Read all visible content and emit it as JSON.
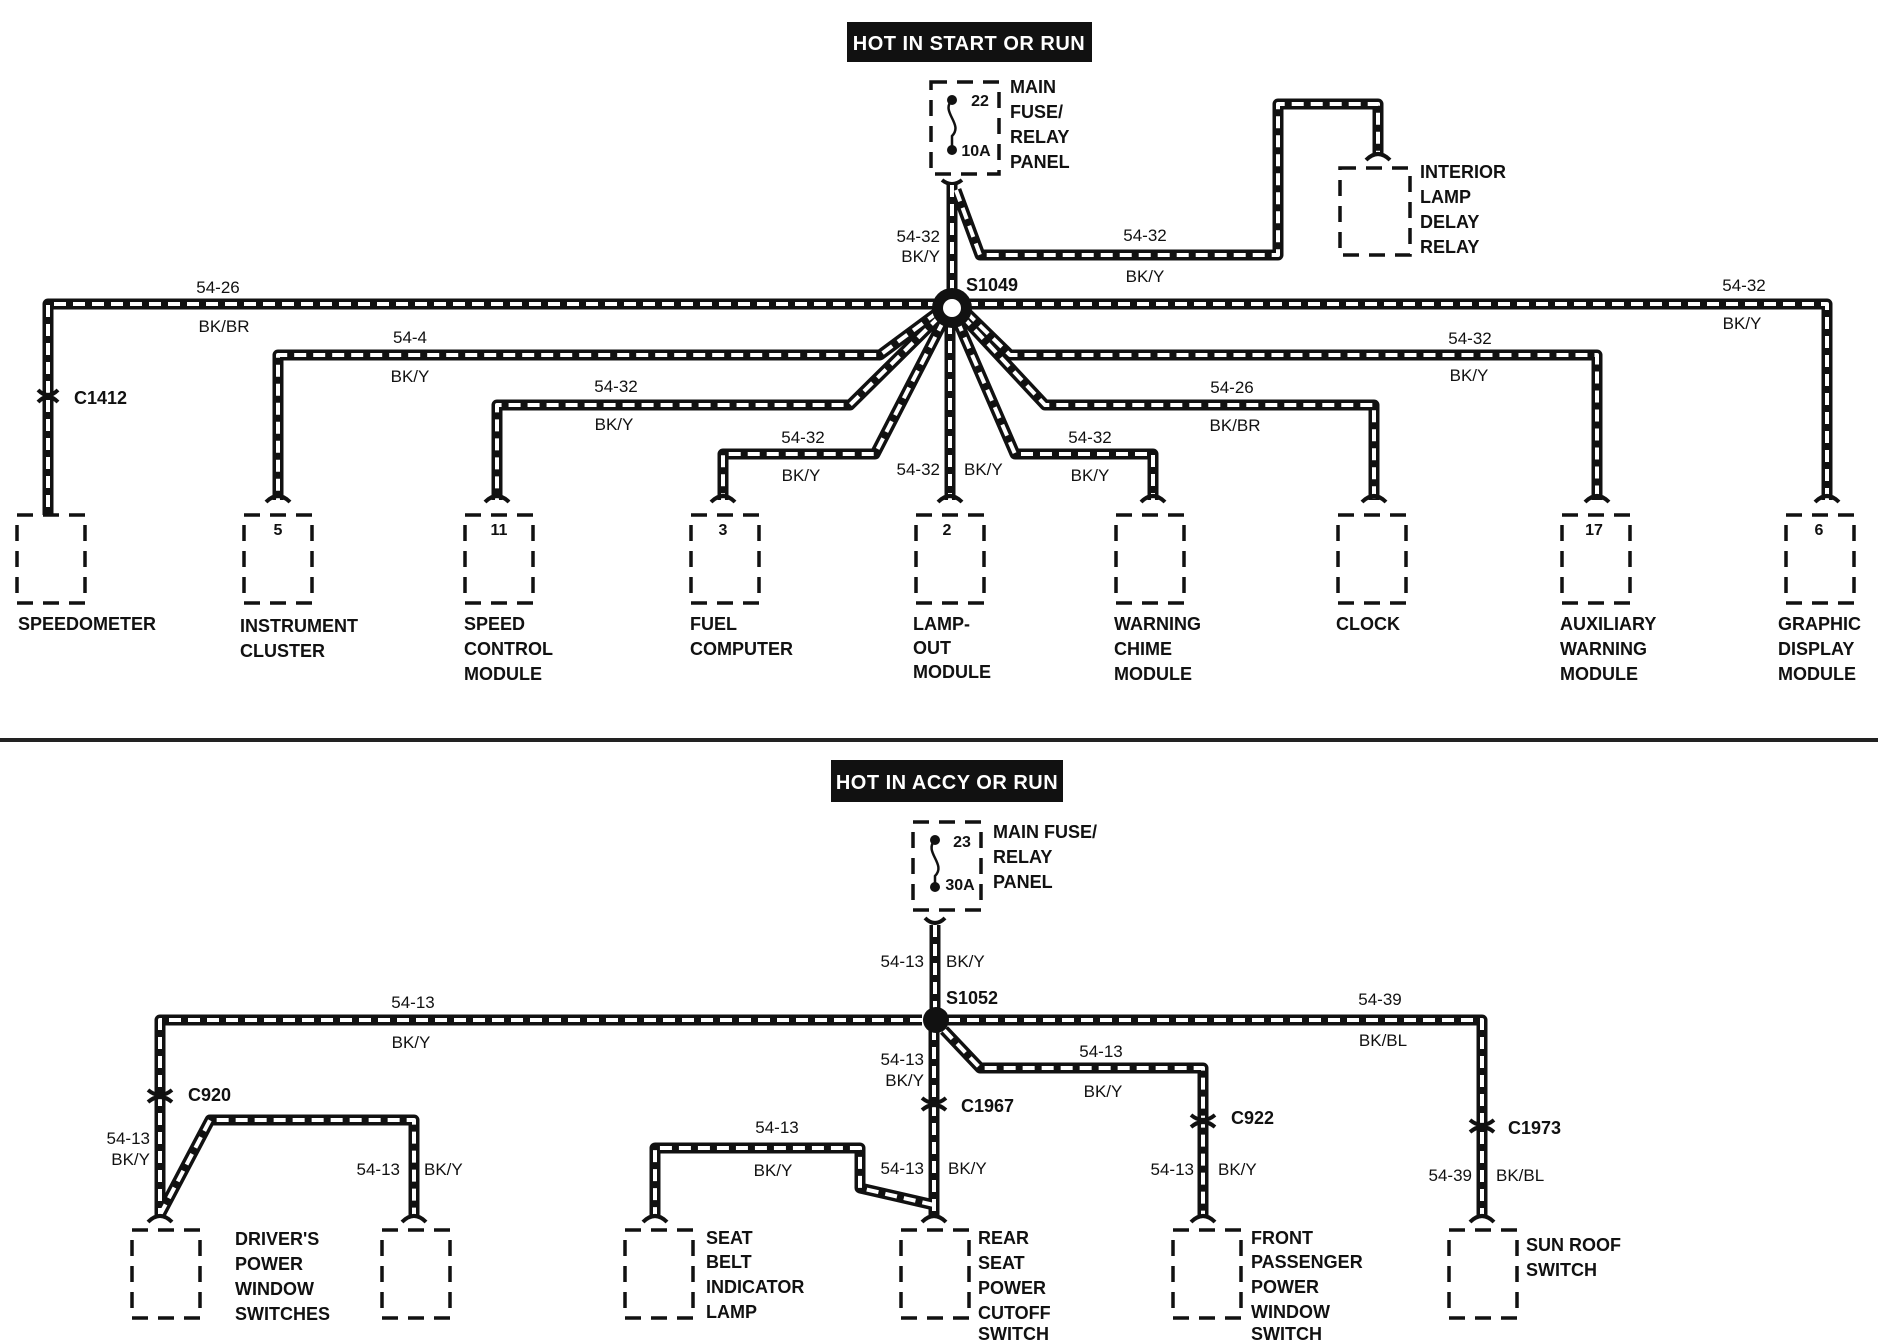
{
  "top_section": {
    "header": "HOT IN START OR RUN",
    "fuse": {
      "number": "22",
      "rating": "10A",
      "label_lines": [
        "MAIN",
        "FUSE/",
        "RELAY",
        "PANEL"
      ]
    },
    "feed": {
      "circuit": "54-32",
      "color": "BK/Y"
    },
    "splice": "S1049",
    "interior_lamp": {
      "circuit": "54-32",
      "color": "BK/Y",
      "label_lines": [
        "INTERIOR",
        "LAMP",
        "DELAY",
        "RELAY"
      ]
    },
    "connector_c1412": "C1412",
    "branches": [
      {
        "circuit": "54-26",
        "color": "BK/BR",
        "pin": "",
        "label_lines": [
          "SPEEDOMETER"
        ]
      },
      {
        "circuit": "54-4",
        "color": "BK/Y",
        "pin": "5",
        "label_lines": [
          "INSTRUMENT",
          "CLUSTER"
        ]
      },
      {
        "circuit": "54-32",
        "color": "BK/Y",
        "pin": "11",
        "label_lines": [
          "SPEED",
          "CONTROL",
          "MODULE"
        ]
      },
      {
        "circuit": "54-32",
        "color": "BK/Y",
        "pin": "3",
        "label_lines": [
          "FUEL",
          "COMPUTER"
        ]
      },
      {
        "circuit": "54-32",
        "color": "BK/Y",
        "pin": "2",
        "label_lines": [
          "LAMP-",
          "OUT",
          "MODULE"
        ]
      },
      {
        "circuit": "54-32",
        "color": "BK/Y",
        "pin": "",
        "label_lines": [
          "WARNING",
          "CHIME",
          "MODULE"
        ]
      },
      {
        "circuit": "54-26",
        "color": "BK/BR",
        "pin": "",
        "label_lines": [
          "CLOCK"
        ]
      },
      {
        "circuit": "54-32",
        "color": "BK/Y",
        "pin": "17",
        "label_lines": [
          "AUXILIARY",
          "WARNING",
          "MODULE"
        ]
      },
      {
        "circuit": "54-32",
        "color": "BK/Y",
        "pin": "6",
        "label_lines": [
          "GRAPHIC",
          "DISPLAY",
          "MODULE"
        ]
      }
    ]
  },
  "bottom_section": {
    "header": "HOT IN ACCY OR RUN",
    "fuse": {
      "number": "23",
      "rating": "30A",
      "label_lines": [
        "MAIN FUSE/",
        "RELAY",
        "PANEL"
      ]
    },
    "feed": {
      "circuit": "54-13",
      "color": "BK/Y"
    },
    "splice": "S1052",
    "left_trunk": {
      "circuit": "54-13",
      "color": "BK/Y",
      "connector": "C920"
    },
    "drivers_drop": {
      "circuit": "54-13",
      "color": "BK/Y"
    },
    "drivers_second": {
      "circuit": "54-13",
      "color": "BK/Y"
    },
    "drivers_label": [
      "DRIVER'S",
      "POWER",
      "WINDOW",
      "SWITCHES"
    ],
    "center_drop": {
      "circuit": "54-13",
      "color": "BK/Y",
      "connector": "C1967"
    },
    "seat_belt_wire": {
      "circuit": "54-13",
      "color": "BK/Y"
    },
    "seat_belt_label": [
      "SEAT",
      "BELT",
      "INDICATOR",
      "LAMP"
    ],
    "rear_drop": {
      "circuit": "54-13",
      "color": "BK/Y"
    },
    "rear_label": [
      "REAR",
      "SEAT",
      "POWER",
      "CUTOFF",
      "SWITCH"
    ],
    "front_pass_trunk": {
      "circuit": "54-13",
      "color": "BK/Y",
      "connector": "C922"
    },
    "front_pass_drop": {
      "circuit": "54-13",
      "color": "BK/Y"
    },
    "front_pass_label": [
      "FRONT",
      "PASSENGER",
      "POWER",
      "WINDOW",
      "SWITCH"
    ],
    "sunroof_trunk": {
      "circuit": "54-39",
      "color": "BK/BL",
      "connector": "C1973"
    },
    "sunroof_drop": {
      "circuit": "54-39",
      "color": "BK/BL"
    },
    "sunroof_label": [
      "SUN ROOF",
      "SWITCH"
    ]
  }
}
